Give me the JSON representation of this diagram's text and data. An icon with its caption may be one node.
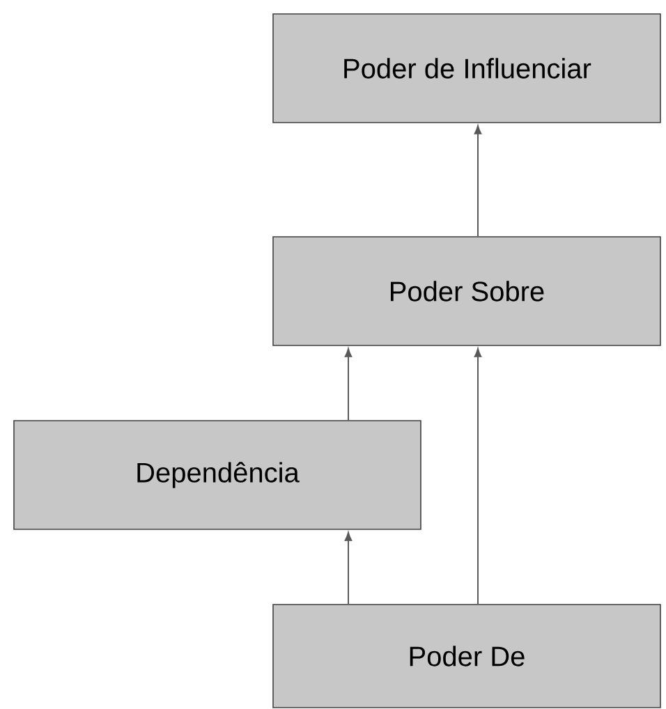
{
  "diagram": {
    "nodes": [
      {
        "text": [
          "Poder de Influenciar"
        ]
      },
      {
        "text": [
          "Poder Sobre"
        ]
      },
      {
        "text": [
          "Dependência"
        ]
      },
      {
        "text": [
          "Poder De"
        ]
      }
    ],
    "edges": [
      {
        "from": 3,
        "to": 2,
        "arrow": "to"
      },
      {
        "from": 2,
        "to": 1,
        "arrow": "to"
      },
      {
        "from": 3,
        "to": 1,
        "arrow": "to"
      },
      {
        "from": 1,
        "to": 0,
        "arrow": "to"
      }
    ]
  }
}
